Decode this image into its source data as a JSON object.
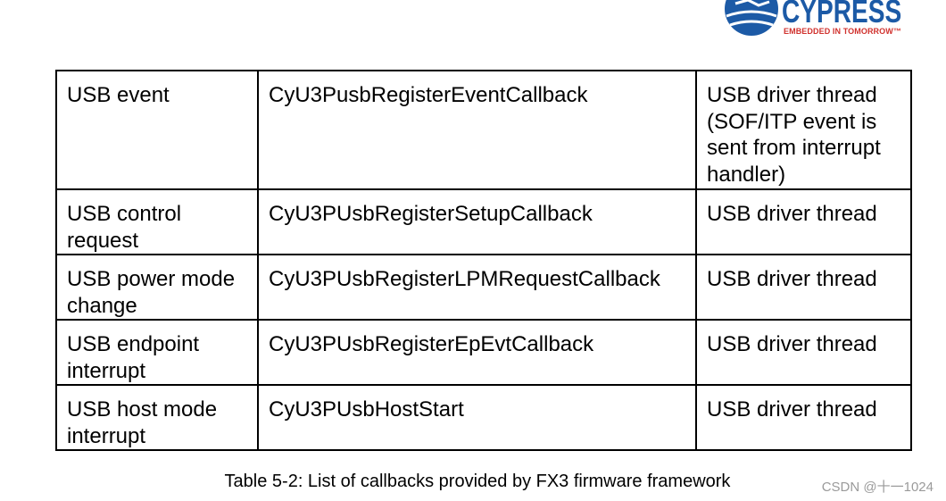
{
  "logo": {
    "brand": "CYPRESS",
    "tagline": "EMBEDDED IN TOMORROW™",
    "colors": {
      "brand_blue": "#1c5aa6",
      "tagline_red": "#d0312d"
    }
  },
  "table": {
    "rows": [
      {
        "event": "USB event",
        "api": "CyU3PusbRegisterEventCallback",
        "context": "USB driver thread (SOF/ITP event is sent from interrupt handler)"
      },
      {
        "event": "USB control request",
        "api": "CyU3PUsbRegisterSetupCallback",
        "context": "USB driver thread"
      },
      {
        "event": "USB power mode change",
        "api": "CyU3PUsbRegisterLPMRequestCallback",
        "context": "USB driver thread"
      },
      {
        "event": "USB endpoint interrupt",
        "api": "CyU3PUsbRegisterEpEvtCallback",
        "context": "USB driver thread"
      },
      {
        "event": "USB host mode interrupt",
        "api": "CyU3PUsbHostStart",
        "context": "USB driver thread"
      }
    ]
  },
  "caption": "Table 5-2: List of callbacks provided by FX3 firmware framework",
  "watermark": "CSDN @十一1024"
}
